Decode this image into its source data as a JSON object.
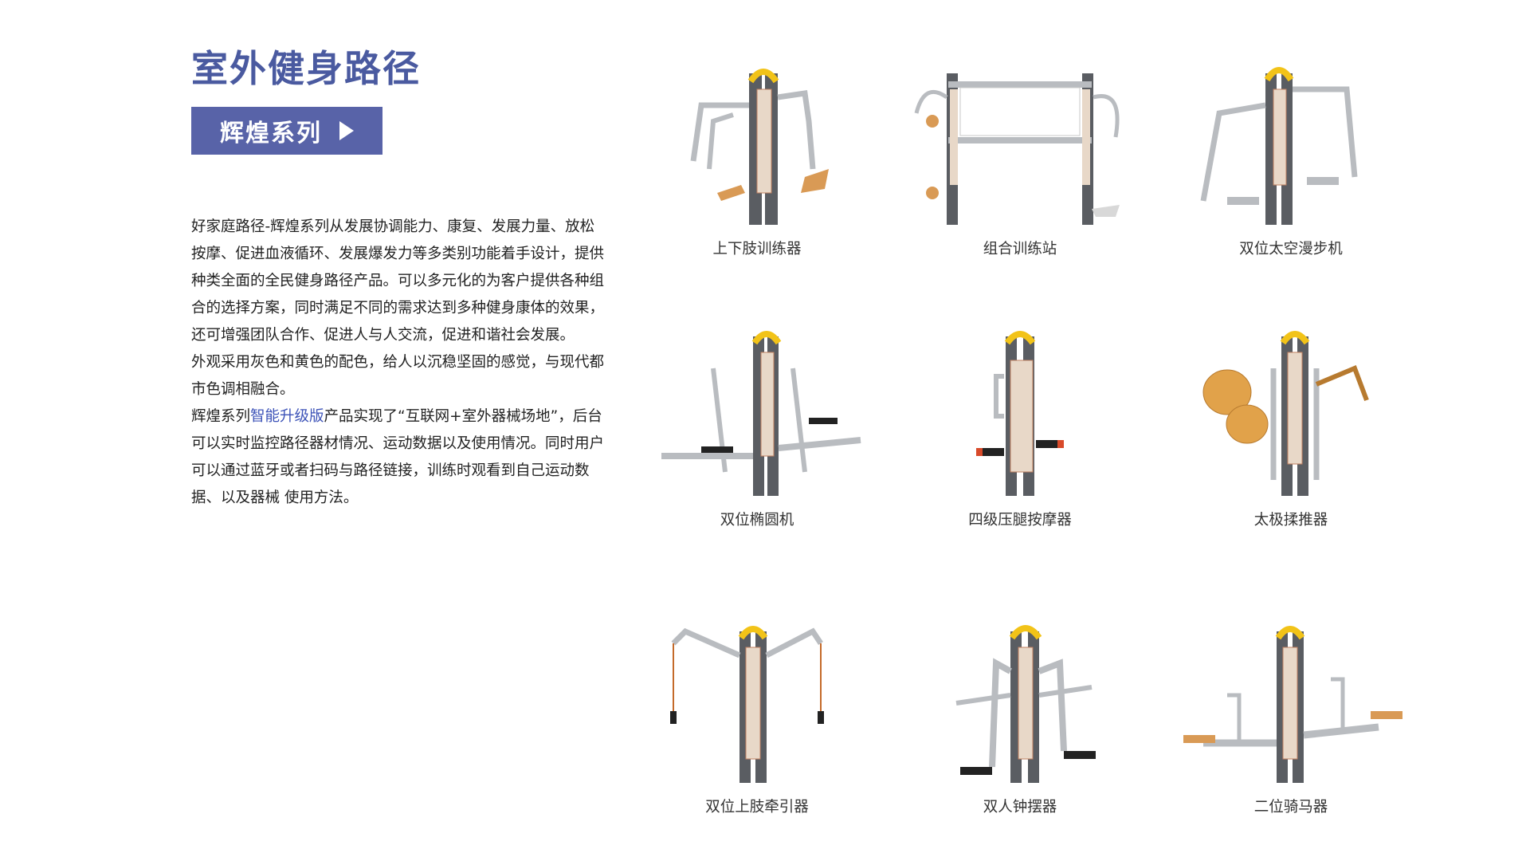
{
  "page": {
    "title": "室外健身路径",
    "series_button": "辉煌系列"
  },
  "description": {
    "p1": "好家庭路径-辉煌系列从发展协调能力、康复、发展力量、放松按摩、促进血液循环、发展爆发力等多类别功能着手设计，提供种类全面的全民健身路径产品。可以多元化的为客户提供各种组合的选择方案，同时满足不同的需求达到多种健身康体的效果，还可增强团队合作、促进人与人交流，促进和谐社会发展。",
    "p2": "外观采用灰色和黄色的配色，给人以沉稳坚固的感觉，与现代都市色调相融合。",
    "p3_prefix": "辉煌系列",
    "p3_highlight": "智能升级版",
    "p3_suffix": "产品实现了“互联网+室外器械场地”，后台可以实时监控路径器材情况、运动数据以及使用情况。同时用户可以通过蓝牙或者扫码与路径链接，训练时观看到自己运动数据、以及器械 使用方法。"
  },
  "products": [
    {
      "name": "上下肢训练器",
      "icon": "upper-lower-limb-trainer-icon"
    },
    {
      "name": "组合训练站",
      "icon": "combination-training-station-icon"
    },
    {
      "name": "双位太空漫步机",
      "icon": "double-space-walker-icon"
    },
    {
      "name": "双位椭圆机",
      "icon": "double-elliptical-machine-icon"
    },
    {
      "name": "四级压腿按摩器",
      "icon": "leg-press-massager-icon"
    },
    {
      "name": "太极揉推器",
      "icon": "taichi-pusher-icon"
    },
    {
      "name": "双位上肢牵引器",
      "icon": "upper-limb-traction-icon"
    },
    {
      "name": "双人钟摆器",
      "icon": "double-pendulum-icon"
    },
    {
      "name": "二位骑马器",
      "icon": "double-horse-rider-icon"
    }
  ],
  "colors": {
    "brand": "#4a5aa0",
    "button": "#5863a8",
    "highlight": "#3d53b8",
    "equipment_yellow": "#f2c318",
    "equipment_gray": "#b9bcc0",
    "equipment_dark": "#5a5d62",
    "seat_wood": "#d99a55"
  }
}
